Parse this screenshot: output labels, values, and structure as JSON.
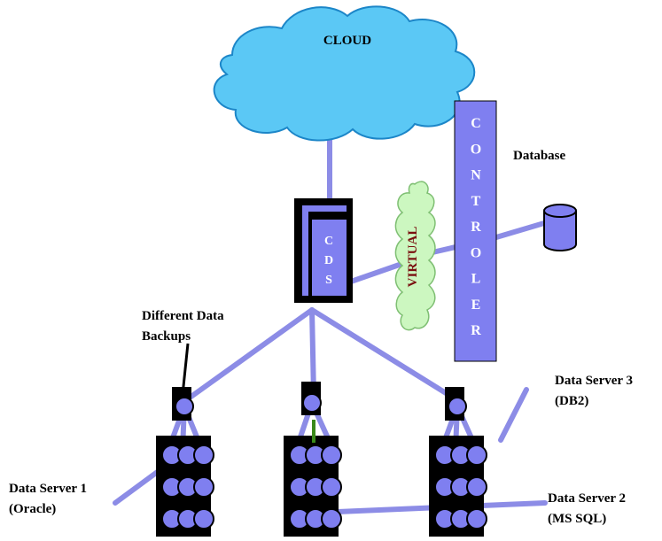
{
  "cloud": {
    "label": "CLOUD",
    "fill": "#5bc8f5",
    "stroke": "#1c86c8"
  },
  "cds": {
    "letters": [
      "C",
      "D",
      "S"
    ]
  },
  "virtual": {
    "label": "VIRTUAL",
    "fill": "#ccf7c0",
    "stroke": "#7fbf73",
    "text_color": "#7a1010"
  },
  "controller": {
    "letters": [
      "C",
      "O",
      "N",
      "T",
      "R",
      "O",
      "L",
      "E",
      "R"
    ],
    "fill": "#7f7ff0"
  },
  "database": {
    "label": "Database"
  },
  "backups": {
    "label_line1": "Different Data",
    "label_line2": "Backups"
  },
  "servers": [
    {
      "name": "Data Server 1",
      "db": "(Oracle)"
    },
    {
      "name": "Data Server 2",
      "db": "(MS SQL)"
    },
    {
      "name": "Data Server 3",
      "db": "(DB2)"
    }
  ],
  "colors": {
    "connector": "#8c8ce6",
    "node": "#7f7ff0",
    "box": "#000000",
    "accent_line": "#3a8a1a"
  }
}
